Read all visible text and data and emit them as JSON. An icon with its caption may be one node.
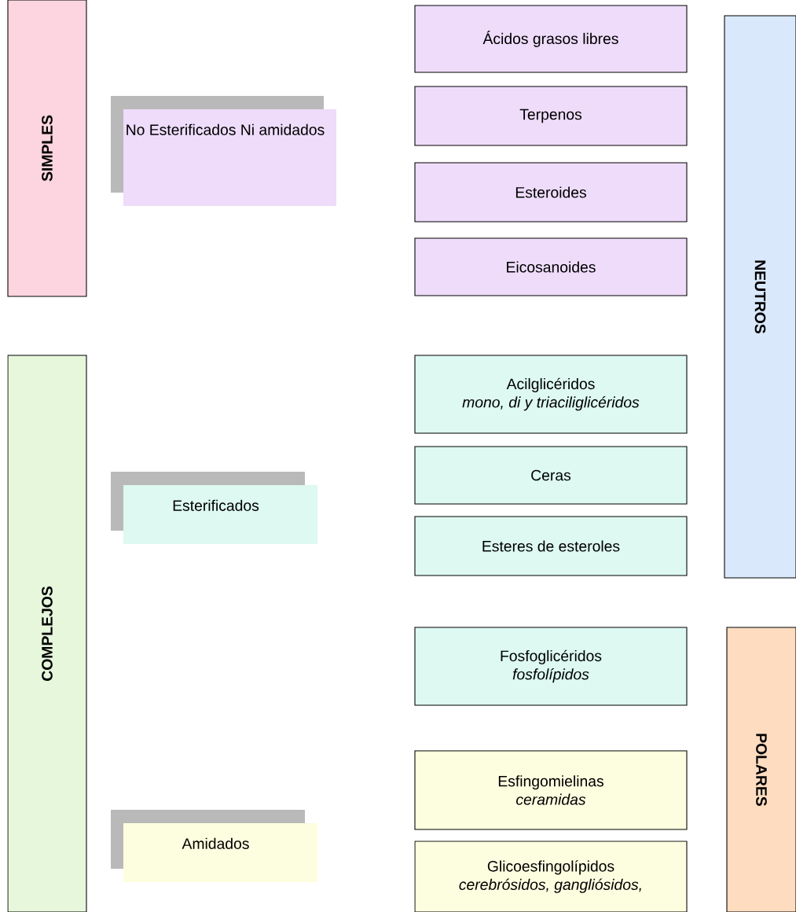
{
  "diagram": {
    "nodes": [
      {
        "text": [
          "SIMPLES"
        ]
      },
      {
        "text": [
          "No Esterificados Ni amidados"
        ]
      },
      {
        "text": [
          "Ácidos grasos libres"
        ]
      },
      {
        "text": [
          "Terpenos"
        ]
      },
      {
        "text": [
          "Esteroides"
        ]
      },
      {
        "text": [
          "Eicosanoides"
        ]
      },
      {
        "text": [
          "NEUTROS"
        ]
      },
      {
        "text": [
          "COMPLEJOS"
        ]
      },
      {
        "text": [
          "Esterificados"
        ]
      },
      {
        "text": [
          "Acilglicéridos",
          "mono, di y triaciliglicéridos"
        ]
      },
      {
        "text": [
          "Ceras"
        ]
      },
      {
        "text": [
          "Esteres de esteroles"
        ]
      },
      {
        "text": [
          "Fosfoglicéridos",
          "fosfolípidos"
        ]
      },
      {
        "text": [
          "POLARES"
        ]
      },
      {
        "text": [
          "Amidados"
        ]
      },
      {
        "text": [
          "Esfingomielinas",
          "ceramidas"
        ]
      },
      {
        "text": [
          "Glicoesfingolípidos",
          "cerebrósidos, gangliósidos,"
        ]
      }
    ]
  }
}
